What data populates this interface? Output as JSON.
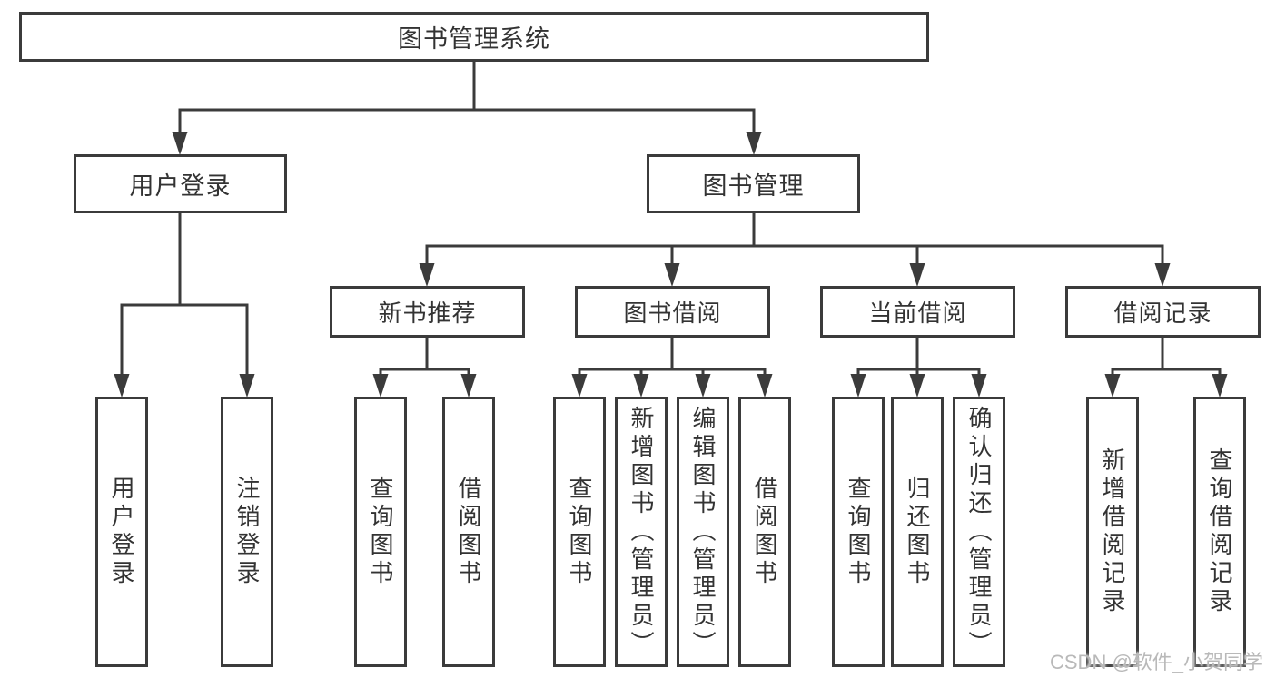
{
  "tree": {
    "root": "图书管理系统",
    "children": [
      {
        "label": "用户登录",
        "children": [
          "用户登录",
          "注销登录"
        ]
      },
      {
        "label": "图书管理",
        "children": [
          {
            "label": "新书推荐",
            "children": [
              "查询图书",
              "借阅图书"
            ]
          },
          {
            "label": "图书借阅",
            "children": [
              "查询图书",
              "新增图书（管理员）",
              "编辑图书（管理员）",
              "借阅图书"
            ]
          },
          {
            "label": "当前借阅",
            "children": [
              "查询图书",
              "归还图书",
              "确认归还（管理员）"
            ]
          },
          {
            "label": "借阅记录",
            "children": [
              "新增借阅记录",
              "查询借阅记录"
            ]
          }
        ]
      }
    ]
  },
  "watermark": "CSDN @软件_小贺同学",
  "colors": {
    "line": "#3b3b3b",
    "text": "#333333",
    "background": "#ffffff",
    "watermark": "#b9b9b9"
  }
}
